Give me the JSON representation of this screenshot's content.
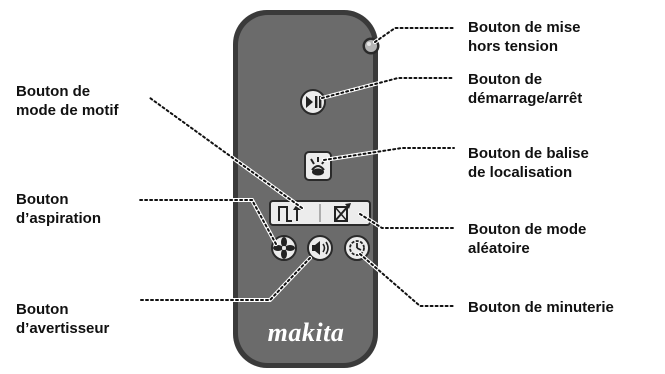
{
  "brand": "makita",
  "labels": {
    "power_off": "Bouton de mise\nhors tension",
    "start_stop": "Bouton de\ndémarrage/arrêt",
    "locator": "Bouton de balise\nde localisation",
    "random_mode": "Bouton de mode\naléatoire",
    "timer": "Bouton de minuterie",
    "pattern_mode": "Bouton de\nmode de motif",
    "suction": "Bouton\nd’aspiration",
    "horn": "Bouton\nd’avertisseur"
  },
  "icons": {
    "power_off": "power-led",
    "start_stop": "play-pause",
    "locator": "locator-beacon",
    "pattern_mode": "pattern-path",
    "random_mode": "random-path",
    "suction": "fan",
    "horn": "speaker",
    "timer": "clock"
  },
  "colors": {
    "remote_body": "#6b6b6b",
    "remote_outline": "#2a2a2a",
    "button_face": "#e8e8e8",
    "button_icon": "#222222",
    "leader_line": "#111111"
  }
}
